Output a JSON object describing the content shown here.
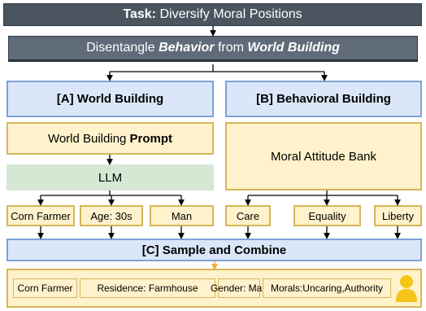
{
  "task": {
    "prefix": "Task:",
    "text": "Diversify Moral Positions"
  },
  "disentangle": {
    "part1": "Disentangle ",
    "behavior": "Behavior",
    "part2": " from ",
    "world": "World Building"
  },
  "world_building": {
    "header": "[A] World Building",
    "prompt_normal": "World Building ",
    "prompt_bold": "Prompt",
    "llm": "LLM",
    "attributes": [
      "Corn Farmer",
      "Age: 30s",
      "Man"
    ]
  },
  "behavioral_building": {
    "header": "[B] Behavioral Building",
    "bank": "Moral Attitude Bank",
    "values": [
      "Care",
      "Equality",
      "Liberty"
    ]
  },
  "sample_combine": {
    "header": "[C] Sample and Combine",
    "persona": [
      "Corn Farmer",
      "Residence: Farmhouse",
      "Gender: Man",
      "Morals:Uncaring,Authority"
    ]
  },
  "colors": {
    "arrow": "#000000",
    "orange_arrow": "#f0a830",
    "person": "#f5c518"
  },
  "icons": {
    "person": "person-icon"
  }
}
